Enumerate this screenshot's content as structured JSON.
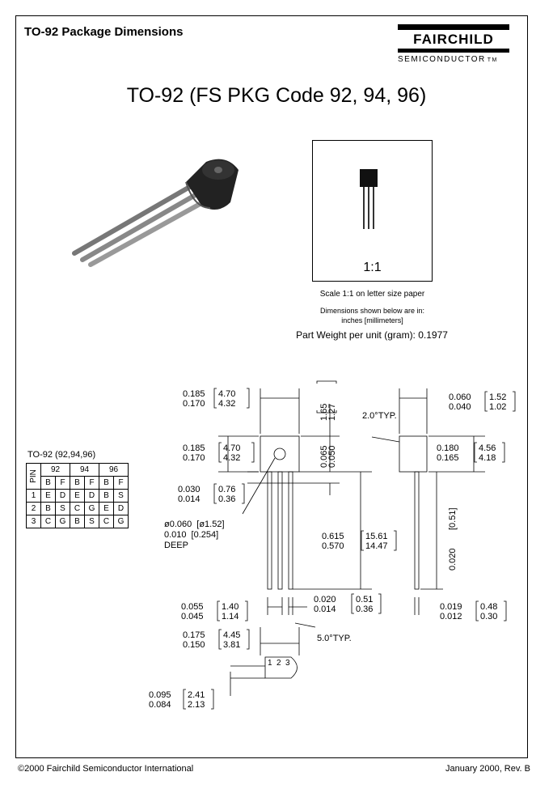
{
  "header": {
    "title": "TO-92 Package Dimensions",
    "logo_word": "FAIRCHILD",
    "logo_sub": "SEMICONDUCTOR",
    "logo_tm": "TM"
  },
  "main_title": "TO-92 (FS PKG Code 92, 94, 96)",
  "scale_box": {
    "ratio": "1:1"
  },
  "notes": {
    "scale": "Scale 1:1 on letter size paper",
    "dims_line1": "Dimensions shown below are in:",
    "dims_line2": "inches [millimeters]",
    "weight": "Part Weight per unit (gram):  0.1977"
  },
  "pin_table": {
    "caption": "TO-92  (92,94,96)",
    "pin_header": "PIN",
    "groups": [
      "92",
      "94",
      "96"
    ],
    "subheaders": [
      "B",
      "F",
      "B",
      "F",
      "B",
      "F"
    ],
    "rows": [
      {
        "pin": "1",
        "cells": [
          "E",
          "D",
          "E",
          "D",
          "B",
          "S"
        ]
      },
      {
        "pin": "2",
        "cells": [
          "B",
          "S",
          "C",
          "G",
          "E",
          "D"
        ]
      },
      {
        "pin": "3",
        "cells": [
          "C",
          "G",
          "B",
          "S",
          "C",
          "G"
        ]
      }
    ]
  },
  "dimensions": {
    "top_width_in": [
      "0.185",
      "0.170"
    ],
    "top_width_mm": [
      "4.70",
      "4.32"
    ],
    "body_height_in": [
      "0.185",
      "0.170"
    ],
    "body_height_mm": [
      "4.70",
      "4.32"
    ],
    "top_offset_mm": [
      "1.65",
      "1.27"
    ],
    "top_offset_in": [
      "0.065",
      "0.050"
    ],
    "lead_stub_in": [
      "0.030",
      "0.014"
    ],
    "lead_stub_mm": [
      "0.76",
      "0.36"
    ],
    "hole_dia_in": "ø0.060",
    "hole_dia_mm": "ø1.52",
    "hole_depth_in": "0.010",
    "hole_depth_mm": "0.254",
    "hole_depth_note": "DEEP",
    "lead_len_in": [
      "0.615",
      "0.570"
    ],
    "lead_len_mm": [
      "15.61",
      "14.47"
    ],
    "lead_w_in": [
      "0.020",
      "0.014"
    ],
    "lead_w_mm": [
      "0.51",
      "0.36"
    ],
    "pitch_in": [
      "0.055",
      "0.045"
    ],
    "pitch_mm": [
      "1.40",
      "1.14"
    ],
    "taper_note": "5.0°TYP.",
    "span_in": [
      "0.175",
      "0.150"
    ],
    "span_mm": [
      "4.45",
      "3.81"
    ],
    "bottom_in": [
      "0.095",
      "0.084"
    ],
    "bottom_mm": [
      "2.41",
      "2.13"
    ],
    "side_w_in": [
      "0.060",
      "0.040"
    ],
    "side_w_mm": [
      "1.52",
      "1.02"
    ],
    "side_angle": "2.0°TYP.",
    "side_h_in": [
      "0.180",
      "0.165"
    ],
    "side_h_mm": [
      "4.56",
      "4.18"
    ],
    "side_lead_in": "0.020",
    "side_lead_mm": "[0.51]",
    "side_t_in": [
      "0.019",
      "0.012"
    ],
    "side_t_mm": [
      "0.48",
      "0.30"
    ],
    "pin_numbers": [
      "1",
      "2",
      "3"
    ]
  },
  "footer": {
    "left": "©2000 Fairchild Semiconductor International",
    "right": "January 2000, Rev. B"
  }
}
